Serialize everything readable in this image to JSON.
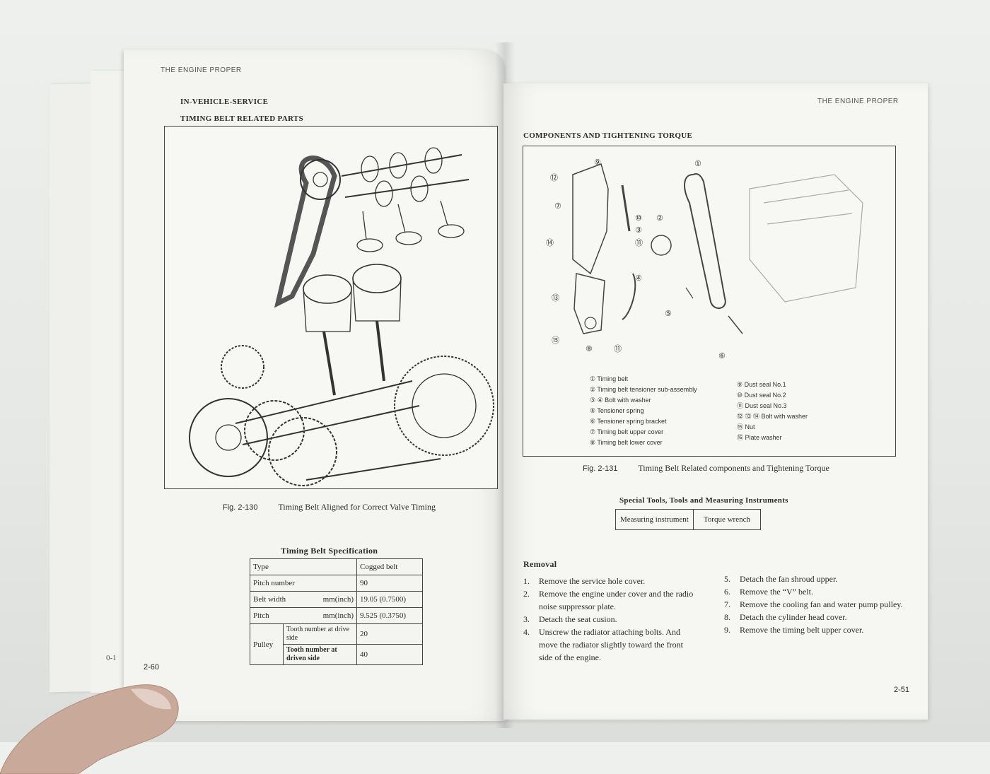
{
  "left_page": {
    "running_head": "THE ENGINE PROPER",
    "section": "IN-VEHICLE-SERVICE",
    "subsection": "TIMING BELT RELATED PARTS",
    "figure": {
      "number": "Fig. 2-130",
      "caption": "Timing Belt Aligned for Correct Valve Timing"
    },
    "spec_table": {
      "title": "Timing Belt Specification",
      "rows": [
        {
          "label": "Type",
          "unit": "",
          "value": "Cogged belt"
        },
        {
          "label": "Pitch number",
          "unit": "",
          "value": "90"
        },
        {
          "label": "Belt width",
          "unit": "mm(inch)",
          "value": "19.05 (0.7500)"
        },
        {
          "label": "Pitch",
          "unit": "mm(inch)",
          "value": "9.525 (0.3750)"
        }
      ],
      "pulley_label": "Pulley",
      "pulley_rows": [
        {
          "label": "Tooth number at drive side",
          "value": "20"
        },
        {
          "label": "Tooth number at driven side",
          "value": "40"
        }
      ]
    },
    "page_number": "2-60",
    "under_page_number": "0-1"
  },
  "right_page": {
    "running_head": "THE ENGINE PROPER",
    "section": "COMPONENTS AND TIGHTENING TORQUE",
    "legend_left": [
      "① Timing belt",
      "② Timing belt tensioner sub-assembly",
      "③ ④ Bolt with washer",
      "⑤ Tensioner spring",
      "⑥ Tensioner spring bracket",
      "⑦ Timing belt upper cover",
      "⑧ Timing belt lower cover"
    ],
    "legend_right": [
      "⑨ Dust seal No.1",
      "⑩ Dust seal No.2",
      "⑪ Dust seal No.3",
      "⑫ ⑬ ⑭ Bolt with washer",
      "⑮ Nut",
      "⑯ Plate washer"
    ],
    "callouts": [
      "⑫",
      "⑨",
      "①",
      "⑦",
      "⑩",
      "③",
      "⑪",
      "②",
      "⑭",
      "④",
      "⑬",
      "⑤",
      "⑮",
      "⑧",
      "⑪",
      "⑥"
    ],
    "figure": {
      "number": "Fig. 2-131",
      "caption": "Timing Belt Related components and Tightening Torque"
    },
    "tools": {
      "title": "Special Tools, Tools and Measuring Instruments",
      "cells": [
        "Measuring instrument",
        "Torque wrench"
      ]
    },
    "removal": {
      "title": "Removal",
      "left_steps": [
        {
          "n": "1.",
          "text": "Remove the service hole cover."
        },
        {
          "n": "2.",
          "text": "Remove the engine under cover and the radio noise suppressor plate."
        },
        {
          "n": "3.",
          "text": "Detach the seat cusion."
        },
        {
          "n": "4.",
          "text": "Unscrew the radiator attaching bolts. And move the radiator slightly toward the front side of the engine."
        }
      ],
      "right_steps": [
        {
          "n": "5.",
          "text": "Detach the fan shroud upper."
        },
        {
          "n": "6.",
          "text": "Remove the “V” belt."
        },
        {
          "n": "7.",
          "text": "Remove the cooling fan and water pump pulley."
        },
        {
          "n": "8.",
          "text": "Detach the cylinder head cover."
        },
        {
          "n": "9.",
          "text": "Remove the timing belt upper cover."
        }
      ]
    },
    "page_number": "2-51"
  }
}
